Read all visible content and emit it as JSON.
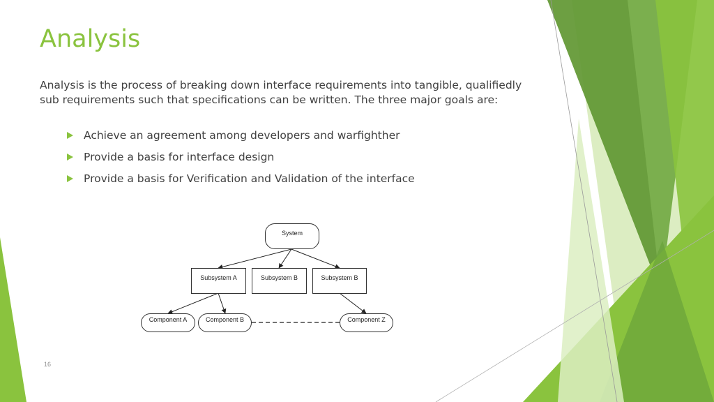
{
  "slide": {
    "title": "Analysis",
    "intro": "Analysis is the process of breaking down interface requirements into tangible, qualifiedly sub requirements such that specifications can be written. The three major goals are:",
    "bullets": [
      "Achieve an agreement among developers and warfighther",
      "Provide a basis for interface design",
      "Provide a basis for Verification and Validation of the interface"
    ],
    "page_number": "16"
  },
  "diagram": {
    "system": "System",
    "subsystems": [
      "Subsystem A",
      "Subsystem B",
      "Subsystem B"
    ],
    "components": [
      "Component A",
      "Component B",
      "Component Z"
    ]
  },
  "colors": {
    "accent": "#8ac33e",
    "text": "#404040"
  }
}
